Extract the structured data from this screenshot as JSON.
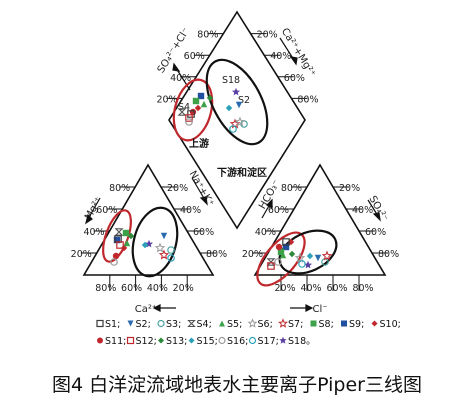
{
  "chart_data": {
    "type": "scatter",
    "subtype": "piper-trilinear",
    "caption": "图4 白洋淀流域地表水主要离子Piper三线图",
    "plots": [
      {
        "id": "cation",
        "corner_labels": [
          "Mg²⁺",
          "Na⁺+K⁺",
          "Ca²⁺"
        ],
        "left_ticks": [
          "80%",
          "60%",
          "40%",
          "20%"
        ],
        "right_ticks": [
          "80%",
          "60%",
          "40%",
          "20%"
        ],
        "bottom_ticks": [
          "80%",
          "60%",
          "40%",
          "20%"
        ]
      },
      {
        "id": "anion",
        "corner_labels": [
          "HCO₃⁻",
          "SO₄²⁻",
          "Cl⁻"
        ],
        "left_ticks": [
          "80%",
          "60%",
          "40%",
          "20%"
        ],
        "right_ticks": [
          "20%",
          "40%",
          "60%",
          "80%"
        ],
        "bottom_ticks": [
          "20%",
          "40%",
          "60%",
          "80%"
        ]
      },
      {
        "id": "diamond",
        "corner_labels": [
          "SO₄²⁻+Cl⁻",
          "Ca²⁺+Mg²⁺"
        ],
        "left_ticks": [
          "80%",
          "60%",
          "40%",
          "20%"
        ],
        "right_ticks": [
          "80%",
          "60%",
          "40%",
          "20%"
        ]
      }
    ],
    "groups": [
      {
        "label": "上游",
        "outline": "#c0282d"
      },
      {
        "label": "下游和淀区",
        "outline": "#111111"
      }
    ],
    "callouts": [
      "S18",
      "S2",
      "S4"
    ],
    "series": [
      {
        "name": "S1",
        "marker": "square-open",
        "color": "#3a3a3a"
      },
      {
        "name": "S2",
        "marker": "triangle-down",
        "color": "#2b6cb0"
      },
      {
        "name": "S3",
        "marker": "circle-open",
        "color": "#4aa3a0"
      },
      {
        "name": "S4",
        "marker": "hourglass",
        "color": "#555555"
      },
      {
        "name": "S5",
        "marker": "triangle-up",
        "color": "#3da14a"
      },
      {
        "name": "S6",
        "marker": "star-open",
        "color": "#9a9a9a"
      },
      {
        "name": "S7",
        "marker": "star-open",
        "color": "#c0282d"
      },
      {
        "name": "S8",
        "marker": "square",
        "color": "#3da14a"
      },
      {
        "name": "S9",
        "marker": "square",
        "color": "#1f4f9e"
      },
      {
        "name": "S10",
        "marker": "diamond",
        "color": "#c0282d"
      },
      {
        "name": "S11",
        "marker": "circle",
        "color": "#c0282d"
      },
      {
        "name": "S12",
        "marker": "square-open",
        "color": "#c0282d"
      },
      {
        "name": "S13",
        "marker": "diamond",
        "color": "#2d8a3a"
      },
      {
        "name": "S15",
        "marker": "diamond",
        "color": "#2aa1b8"
      },
      {
        "name": "S16",
        "marker": "circle-open",
        "color": "#9a9a9a"
      },
      {
        "name": "S17",
        "marker": "circle-open",
        "color": "#2aa1b8"
      },
      {
        "name": "S18",
        "marker": "star",
        "color": "#5b3fa3"
      }
    ],
    "legend_rows": [
      [
        "S1",
        "S2",
        "S3",
        "S4",
        "S5",
        "S6",
        "S7",
        "S8",
        "S9",
        "S10"
      ],
      [
        "S11",
        "S12",
        "S13",
        "S15",
        "S16",
        "S17",
        "S18"
      ]
    ],
    "legend_suffix": ";",
    "legend_end": "。"
  }
}
